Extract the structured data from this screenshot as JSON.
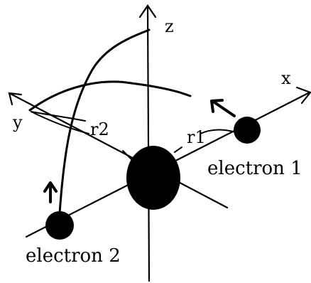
{
  "diagram": {
    "axes": {
      "x": "x",
      "y": "y",
      "z": "z"
    },
    "radius_labels": {
      "r1": "r1",
      "r2": "r2"
    },
    "electrons": [
      {
        "id": "electron-1",
        "label": "electron 1"
      },
      {
        "id": "electron-2",
        "label": "electron 2"
      }
    ],
    "nucleus": {
      "label": ""
    },
    "colors": {
      "ink": "#000000",
      "background": "#ffffff"
    }
  }
}
